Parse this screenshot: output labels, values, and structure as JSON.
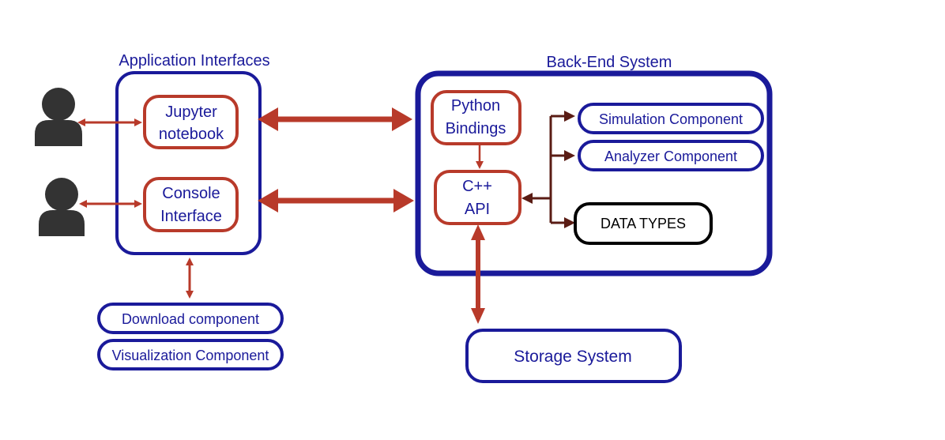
{
  "groups": {
    "app_interfaces": "Application Interfaces",
    "backend": "Back-End System"
  },
  "nodes": {
    "jupyter": [
      "Jupyter",
      "notebook"
    ],
    "console": [
      "Console",
      "Interface"
    ],
    "python": [
      "Python",
      "Bindings"
    ],
    "cpp": [
      "C++",
      "API"
    ],
    "simulation": "Simulation Component",
    "analyzer": "Analyzer Component",
    "data_types": "DATA TYPES",
    "download": "Download component",
    "visualization": "Visualization Component",
    "storage": "Storage System"
  },
  "icons": {
    "user": "user-icon"
  },
  "colors": {
    "blue": "#1a1a9a",
    "red": "#b83a2a",
    "dark_red": "#5a1c14",
    "black": "#000000",
    "user": "#333333"
  }
}
